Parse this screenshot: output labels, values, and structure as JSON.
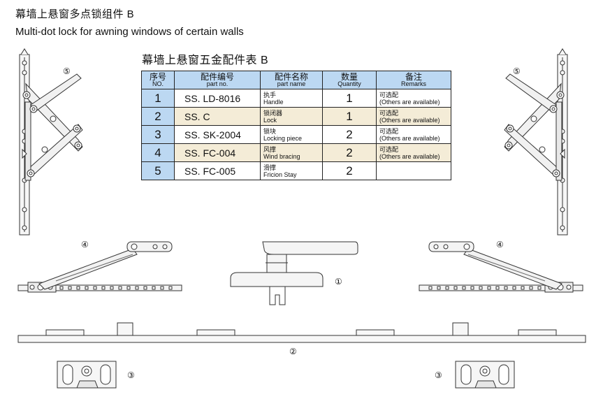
{
  "title_cn": "幕墙上悬窗多点锁组件 B",
  "title_en": "Multi-dot lock for awning windows of certain walls",
  "table_title": "幕墙上悬窗五金配件表 B",
  "headers": {
    "no_cn": "序号",
    "no_en": "NO.",
    "part_cn": "配件编号",
    "part_en": "part no.",
    "name_cn": "配件名称",
    "name_en": "part name",
    "qty_cn": "数量",
    "qty_en": "Quantity",
    "rem_cn": "备注",
    "rem_en": "Remarks"
  },
  "rows": [
    {
      "no": "1",
      "part": "SS. LD-8016",
      "name_cn": "执手",
      "name_en": "Handle",
      "qty": "1",
      "rem_cn": "可选配",
      "rem_en": "(Others are available)"
    },
    {
      "no": "2",
      "part": "SS. C",
      "name_cn": "锁闭器",
      "name_en": "Lock",
      "qty": "1",
      "rem_cn": "可选配",
      "rem_en": "(Others are available)"
    },
    {
      "no": "3",
      "part": "SS. SK-2004",
      "name_cn": "锁块",
      "name_en": "Locking piece",
      "qty": "2",
      "rem_cn": "可选配",
      "rem_en": "(Others are available)"
    },
    {
      "no": "4",
      "part": "SS. FC-004",
      "name_cn": "风撑",
      "name_en": "Wind bracing",
      "qty": "2",
      "rem_cn": "可选配",
      "rem_en": "(Others are available)"
    },
    {
      "no": "5",
      "part": "SS. FC-005",
      "name_cn": "滑撑",
      "name_en": "Fricion Stay",
      "qty": "2",
      "rem_cn": "",
      "rem_en": ""
    }
  ],
  "callouts": {
    "c1": "①",
    "c2": "②",
    "c3": "③",
    "c4": "④",
    "c5": "⑤"
  },
  "colors": {
    "header_bg": "#bcd8f2",
    "shade_bg": "#f4ecd7"
  }
}
